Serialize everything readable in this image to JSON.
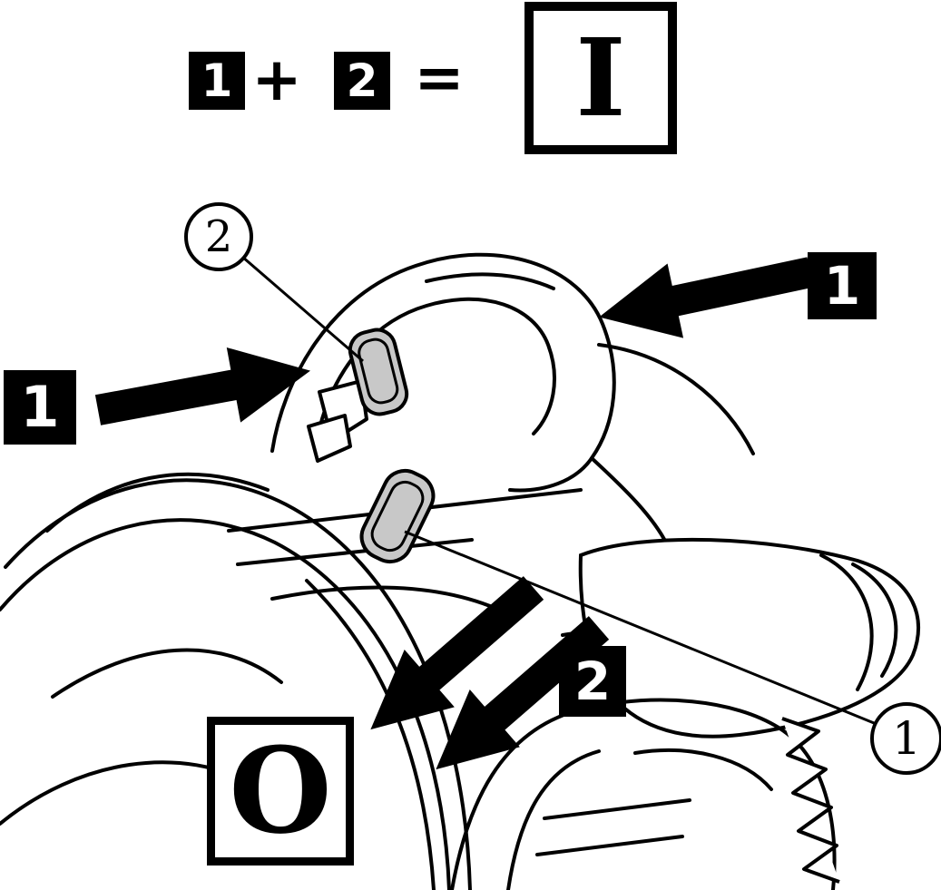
{
  "diagram": {
    "type": "instruction-diagram",
    "subject": "saw-switch-operation",
    "formula": {
      "operand1": "1",
      "operator": "+",
      "operand2": "2",
      "equals": "=",
      "result_symbol": "I"
    },
    "badges": {
      "left_arrow_badge": "1",
      "right_arrow_badge": "1",
      "trigger_arrow_badge": "2"
    },
    "callouts": {
      "lock_button": "2",
      "trigger": "1"
    },
    "symbols": {
      "on": "I",
      "off": "O"
    },
    "icons": {
      "arrow_push_right": "arrow-right",
      "arrow_push_left": "arrow-left",
      "arrow_squeeze_a": "arrow-down-left",
      "arrow_squeeze_b": "arrow-down-left"
    },
    "colors": {
      "ink": "#000000",
      "paper": "#ffffff",
      "shade": "#c8c8c8"
    }
  }
}
